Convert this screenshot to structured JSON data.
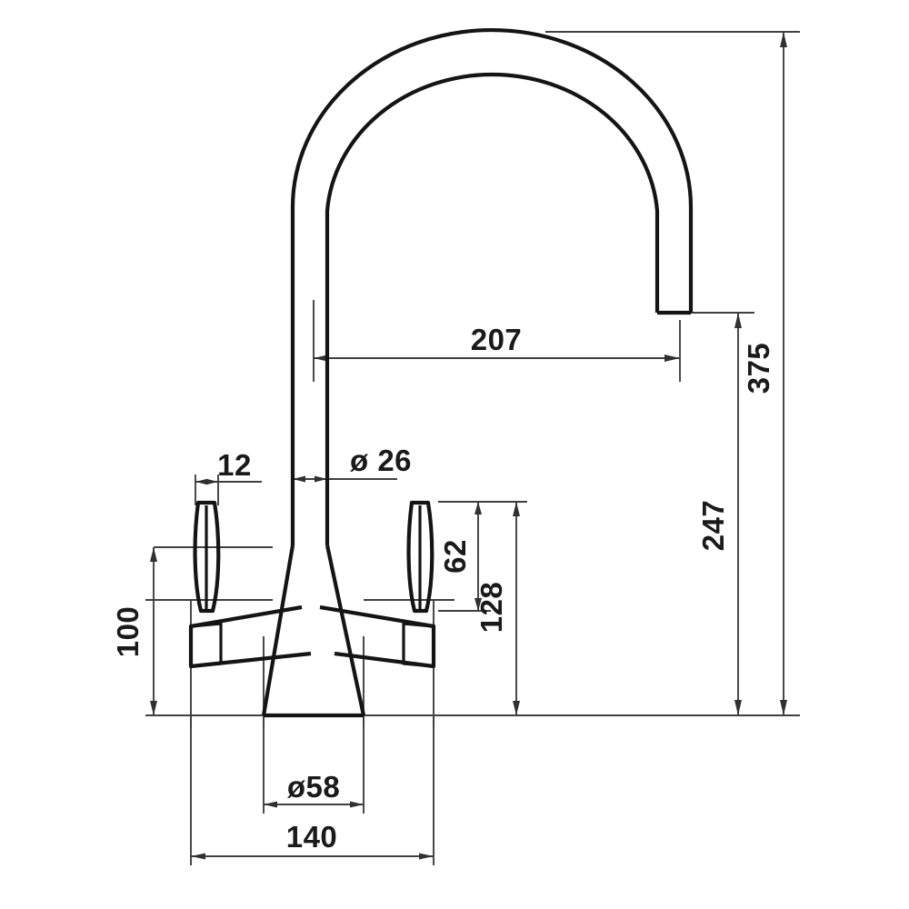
{
  "drawing": {
    "type": "engineering-dimension-drawing",
    "subject": "kitchen-mixer-tap",
    "units": "mm",
    "background_color": "#ffffff",
    "line_color": "#141414",
    "dimension_line_color": "#404040",
    "text_color": "#1a1a1a"
  },
  "dimensions": {
    "spout_reach": {
      "label": "207",
      "orientation": "horizontal",
      "value": 207
    },
    "total_height": {
      "label": "375",
      "orientation": "vertical",
      "value": 375
    },
    "spout_outlet_height": {
      "label": "247",
      "orientation": "vertical",
      "value": 247
    },
    "handle_height": {
      "label": "100",
      "orientation": "vertical",
      "value": 100
    },
    "handle_lever_height": {
      "label": "62",
      "orientation": "vertical",
      "value": 62
    },
    "body_top_height": {
      "label": "128",
      "orientation": "vertical",
      "value": 128
    },
    "handle_thickness": {
      "label": "12",
      "orientation": "horizontal",
      "value": 12
    },
    "column_diameter": {
      "label": "ø 26",
      "orientation": "horizontal",
      "value": 26
    },
    "base_diameter": {
      "label": "ø58",
      "orientation": "horizontal",
      "value": 58
    },
    "overall_width": {
      "label": "140",
      "orientation": "horizontal",
      "value": 140
    }
  }
}
